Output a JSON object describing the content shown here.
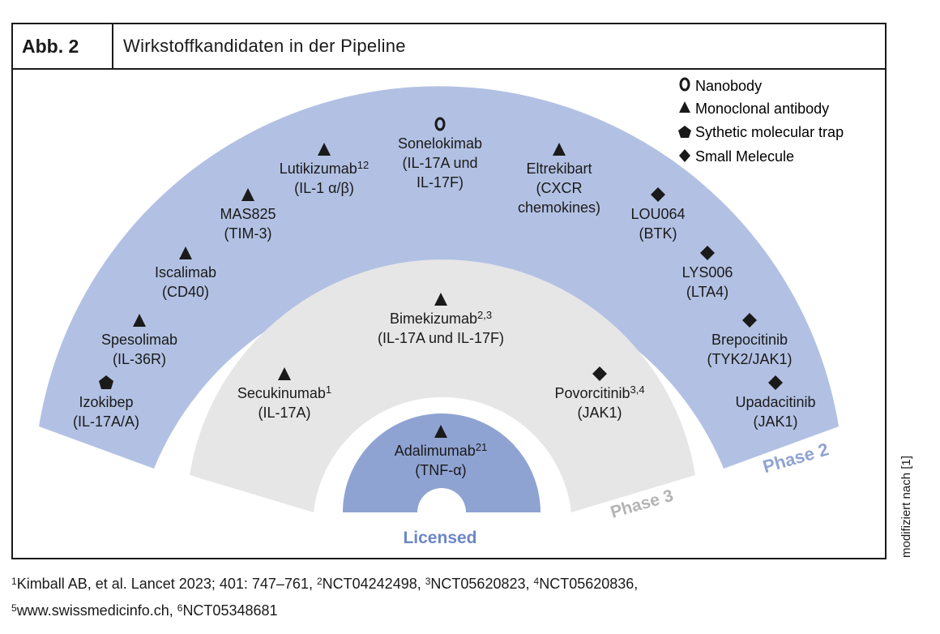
{
  "header": {
    "figure_number": "Abb. 2",
    "title": "Wirkstoffkandidaten in der Pipeline"
  },
  "legend": [
    {
      "symbol": "ring",
      "icon": "nanobody-ring-icon",
      "label": "Nanobody"
    },
    {
      "symbol": "triangle",
      "icon": "triangle-icon",
      "label": "Monoclonal antibody"
    },
    {
      "symbol": "pentagon",
      "icon": "pentagon-icon",
      "label": "Sythetic molecular trap"
    },
    {
      "symbol": "diamond",
      "icon": "diamond-icon",
      "label": "Small Melecule"
    }
  ],
  "rings": {
    "licensed": {
      "label": "Licensed",
      "color": "#8fa3d3",
      "label_color": "#6d86c6"
    },
    "phase3": {
      "label": "Phase 3",
      "color": "#e6e6e6",
      "label_color": "#b4b4b4"
    },
    "phase2": {
      "label": "Phase 2",
      "color": "#b2c1e3",
      "label_color": "#8fa3d3"
    }
  },
  "licensed": [
    {
      "id": "adalimumab",
      "symbol": "triangle",
      "name": "Adalimumab",
      "sup": "21",
      "target": "(TNF-α)"
    }
  ],
  "phase3": [
    {
      "id": "secukinumab",
      "symbol": "triangle",
      "name": "Secukinumab",
      "sup": "1",
      "target": "(IL-17A)"
    },
    {
      "id": "bimekizumab",
      "symbol": "triangle",
      "name": "Bimekizumab",
      "sup": "2,3",
      "target": "(IL-17A und IL-17F)"
    },
    {
      "id": "povorcitinib",
      "symbol": "diamond",
      "name": "Povorcitinib",
      "sup": "3,4",
      "target": "(JAK1)"
    }
  ],
  "phase2": [
    {
      "id": "izokibep",
      "symbol": "pentagon",
      "name": "Izokibep",
      "sup": "",
      "target": "(IL-17A/A)"
    },
    {
      "id": "spesolimab",
      "symbol": "triangle",
      "name": "Spesolimab",
      "sup": "",
      "target": "(IL-36R)"
    },
    {
      "id": "iscalimab",
      "symbol": "triangle",
      "name": "Iscalimab",
      "sup": "",
      "target": "(CD40)"
    },
    {
      "id": "mas825",
      "symbol": "triangle",
      "name": "MAS825",
      "sup": "",
      "target": "(TIM-3)"
    },
    {
      "id": "lutikizumab",
      "symbol": "triangle",
      "name": "Lutikizumab",
      "sup": "12",
      "target": "(IL-1 α/β)"
    },
    {
      "id": "sonelokimab",
      "symbol": "ring",
      "name": "Sonelokimab",
      "sup": "",
      "target": "(IL-17A und",
      "target2": "IL-17F)"
    },
    {
      "id": "eltrekibart",
      "symbol": "triangle",
      "name": "Eltrekibart",
      "sup": "",
      "target": "(CXCR",
      "target2": "chemokines)"
    },
    {
      "id": "lou064",
      "symbol": "diamond",
      "name": "LOU064",
      "sup": "",
      "target": "(BTK)"
    },
    {
      "id": "lys006",
      "symbol": "diamond",
      "name": "LYS006",
      "sup": "",
      "target": "(LTA4)"
    },
    {
      "id": "brepocitinib",
      "symbol": "diamond",
      "name": "Brepocitinib",
      "sup": "",
      "target": "(TYK2/JAK1)"
    },
    {
      "id": "upadacitinib",
      "symbol": "diamond",
      "name": "Upadacitinib",
      "sup": "",
      "target": "(JAK1)"
    }
  ],
  "side_note": "modifiziert nach [1]",
  "footnotes": {
    "line1": [
      {
        "sup": "1",
        "text": "Kimball AB, et al. Lancet 2023; 401: 747–761, "
      },
      {
        "sup": "2",
        "text": "NCT04242498, "
      },
      {
        "sup": "3",
        "text": "NCT05620823, "
      },
      {
        "sup": "4",
        "text": "NCT05620836,"
      }
    ],
    "line2": [
      {
        "sup": "5",
        "text": "www.swissmedicinfo.ch, "
      },
      {
        "sup": "6",
        "text": "NCT05348681"
      }
    ]
  }
}
